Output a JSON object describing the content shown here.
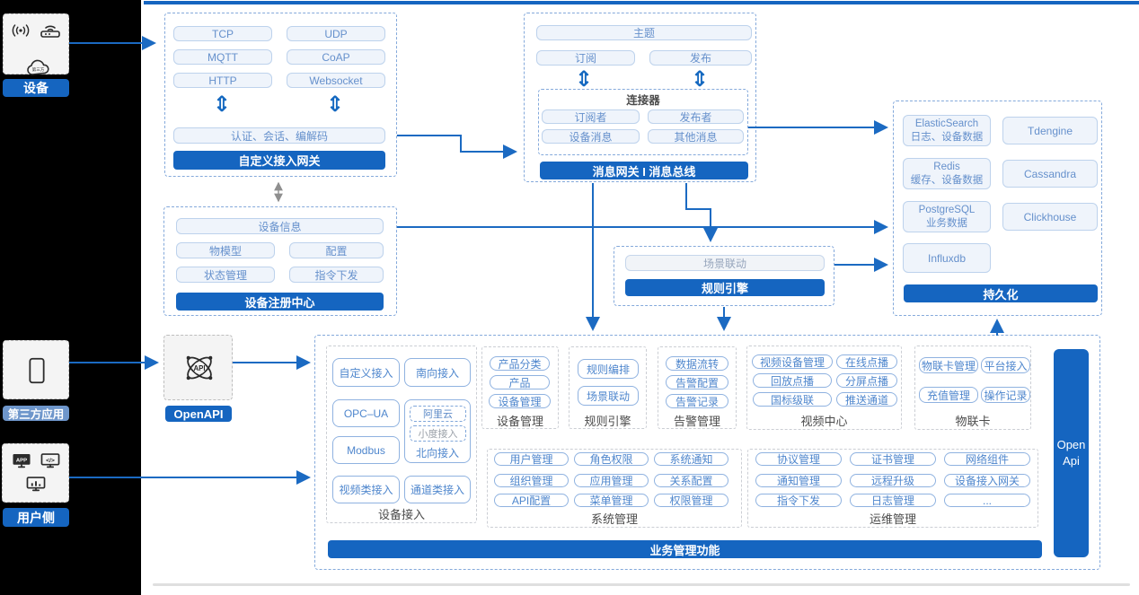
{
  "colors": {
    "primary": "#1565C0",
    "light_box_border": "#BDD2EC",
    "light_box_bg": "#EFF4FB",
    "item_border": "#8FB2E0",
    "item_text": "#4E86CD",
    "label_light_blue": "#6E96CB"
  },
  "left_rail": {
    "device": {
      "label": "设备",
      "icons": [
        "wireless-signal-icon",
        "router-icon",
        "third-party-cloud-icon"
      ],
      "cloud_text": "第三方"
    },
    "third_party": {
      "label": "第三方应用",
      "icons": [
        "phone-icon"
      ]
    },
    "user_side": {
      "label": "用户侧",
      "icons": [
        "app-monitor-icon",
        "code-monitor-icon",
        "chart-monitor-icon"
      ],
      "app_text": "APP",
      "code_text": "</>"
    }
  },
  "gateway": {
    "bar": "自定义接入网关",
    "protocols": [
      "TCP",
      "UDP",
      "MQTT",
      "CoAP",
      "HTTP",
      "Websocket"
    ],
    "session": "认证、会话、编解码"
  },
  "message_bus": {
    "bar": "消息网关 I 消息总线",
    "topic": "主题",
    "subscribe": "订阅",
    "publish": "发布",
    "connector_title": "连接器",
    "connector_items": [
      "订阅者",
      "发布者",
      "设备消息",
      "其他消息"
    ]
  },
  "persistence": {
    "bar": "持久化",
    "es_name": "ElasticSearch",
    "es_desc": "日志、设备数据",
    "tdengine": "Tdengine",
    "redis_name": "Redis",
    "redis_desc": "缓存、设备数据",
    "cassandra": "Cassandra",
    "pg_name": "PostgreSQL",
    "pg_desc": "业务数据",
    "clickhouse": "Clickhouse",
    "influxdb": "Influxdb"
  },
  "registry": {
    "bar": "设备注册中心",
    "device_info": "设备信息",
    "items": [
      "物模型",
      "配置",
      "状态管理",
      "指令下发"
    ]
  },
  "rule_engine": {
    "bar": "规则引擎",
    "scene": "场景联动"
  },
  "openapi": {
    "label": "OpenAPI",
    "icon_text": "API"
  },
  "open_api_bar": {
    "line1": "Open",
    "line2": "Api"
  },
  "business": {
    "bar": "业务管理功能",
    "device_access": {
      "label": "设备接入",
      "items": [
        "自定义接入",
        "南向接入",
        "OPC–UA",
        "Modbus",
        "视频类接入",
        "通道类接入"
      ],
      "north": {
        "label": "北向接入",
        "sub": [
          "阿里云",
          "小度接入"
        ]
      }
    },
    "device_mgmt": {
      "label": "设备管理",
      "items": [
        "产品分类",
        "产品",
        "设备管理"
      ]
    },
    "rule": {
      "label": "规则引擎",
      "items": [
        "规则编排",
        "场景联动"
      ]
    },
    "alarm": {
      "label": "告警管理",
      "items": [
        "数据流转",
        "告警配置",
        "告警记录"
      ]
    },
    "video": {
      "label": "视频中心",
      "items": [
        "视频设备管理",
        "在线点播",
        "回放点播",
        "分屏点播",
        "国标级联",
        "推送通道"
      ]
    },
    "iot_card": {
      "label": "物联卡",
      "items": [
        "物联卡管理",
        "平台接入",
        "充值管理",
        "操作记录"
      ]
    },
    "system": {
      "label": "系统管理",
      "items": [
        "用户管理",
        "角色权限",
        "系统通知",
        "组织管理",
        "应用管理",
        "关系配置",
        "API配置",
        "菜单管理",
        "权限管理"
      ]
    },
    "ops": {
      "label": "运维管理",
      "items": [
        "协议管理",
        "证书管理",
        "网络组件",
        "通知管理",
        "远程升级",
        "设备接入网关",
        "指令下发",
        "日志管理",
        "..."
      ]
    }
  }
}
